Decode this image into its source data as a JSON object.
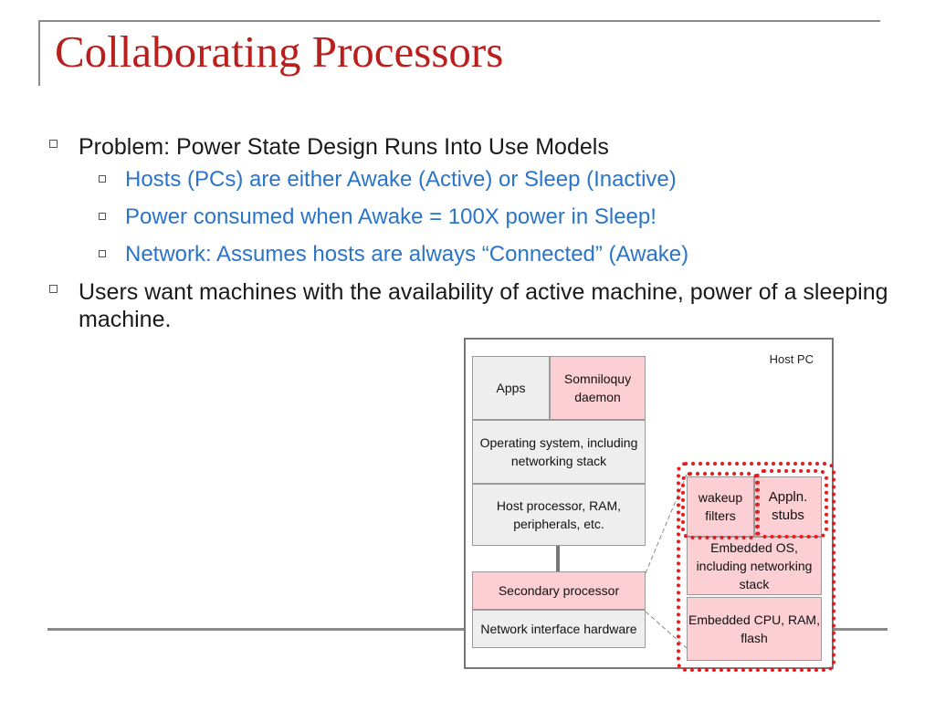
{
  "slide": {
    "title": "Collaborating Processors",
    "bullets": {
      "level1_a": "Problem: Power State Design Runs Into Use Models",
      "sub": [
        "Hosts (PCs) are either Awake (Active) or Sleep (Inactive)",
        "Power consumed when Awake = 100X power in Sleep!",
        "Network: Assumes hosts are always “Connected” (Awake)"
      ],
      "level1_b": "Users want machines with the availability of active machine, power of a sleeping machine."
    }
  },
  "diagram": {
    "host_label": "Host PC",
    "apps": "Apps",
    "somniloquy": "Somniloquy daemon",
    "os": "Operating system, including networking stack",
    "host_processor": "Host processor, RAM, peripherals, etc.",
    "secondary": "Secondary processor",
    "nic": "Network interface hardware",
    "wakeup": "wakeup filters",
    "stubs": "Appln. stubs",
    "embedded_os": "Embedded OS, including networking stack",
    "embedded_hw": "Embedded CPU, RAM, flash"
  },
  "colors": {
    "title": "#b8201e",
    "sub_bullets": "#2a74c9",
    "highlight_fill": "#fbcfd3",
    "dotted_outline": "#e8191c"
  }
}
